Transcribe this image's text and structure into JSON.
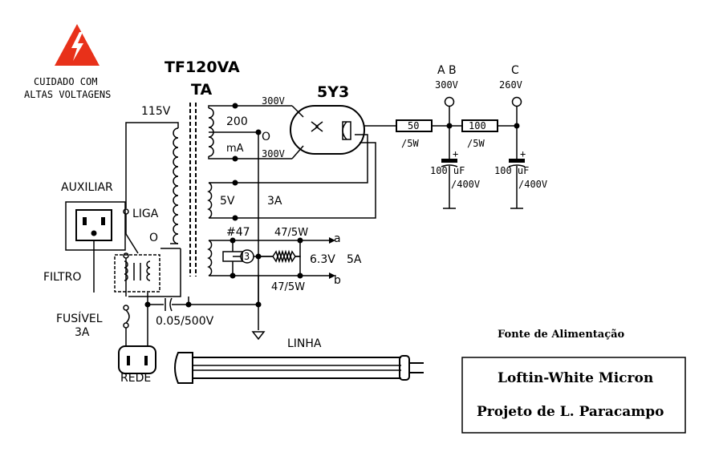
{
  "warning": {
    "line1": "CUIDADO   COM",
    "line2": "ALTAS VOLTAGENS",
    "icon": "high-voltage-warning-icon",
    "color": "#e8311a"
  },
  "transformer": {
    "model": "TF120VA",
    "ref": "TA",
    "primary_voltage": "115V",
    "secondary_tap1": "300V",
    "secondary_tap2": "300V",
    "hv_current": "200",
    "hv_current_unit": "mA",
    "center_tap": "O",
    "filament_voltage": "5V",
    "filament_current": "3A",
    "lamp": "#47",
    "heater_voltage": "6.3V",
    "heater_current": "5A"
  },
  "tube": {
    "name": "5Y3"
  },
  "resistors": [
    {
      "value": "50",
      "rating": "/5W"
    },
    {
      "value": "100",
      "rating": "/5W"
    },
    {
      "value": "47/5W"
    },
    {
      "value": "47/5W"
    }
  ],
  "capacitors": [
    {
      "value": "100 uF",
      "rating": "/400V"
    },
    {
      "value": "100 uF",
      "rating": "/400V"
    }
  ],
  "lamp_symbol": "3",
  "outputs": {
    "ab_label": "A B",
    "ab_voltage": "300V",
    "c_label": "C",
    "c_voltage": "260V",
    "a": "a",
    "b": "b"
  },
  "controls": {
    "auxiliar": "AUXILIAR",
    "liga": "LIGA",
    "liga_tap": "O",
    "filtro": "FILTRO",
    "fusivel": "FUSÍVEL",
    "fuse_rating": "3A",
    "rede": "REDE",
    "cap_line": "0.05/500V",
    "linha": "LINHA"
  },
  "title_block": {
    "caption": "Fonte de Alimentação",
    "line1": "Loftin-White  Micron",
    "line2": "Projeto de L. Paracampo"
  }
}
